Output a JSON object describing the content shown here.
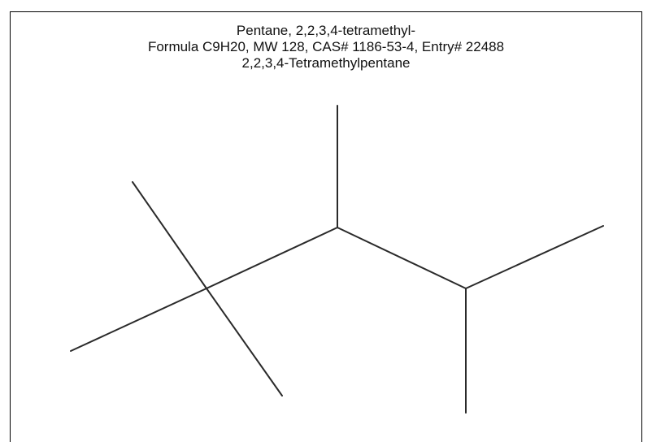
{
  "header": {
    "name": "Pentane, 2,2,3,4-tetramethyl-",
    "formula_line": "Formula C9H20, MW 128, CAS# 1186-53-4, Entry# 22488",
    "synonym": "2,2,3,4-Tetramethylpentane"
  },
  "structure": {
    "compound": "2,2,3,4-Tetramethylpentane",
    "bond_color": "#2a2a2a",
    "background_color": "#ffffff"
  }
}
